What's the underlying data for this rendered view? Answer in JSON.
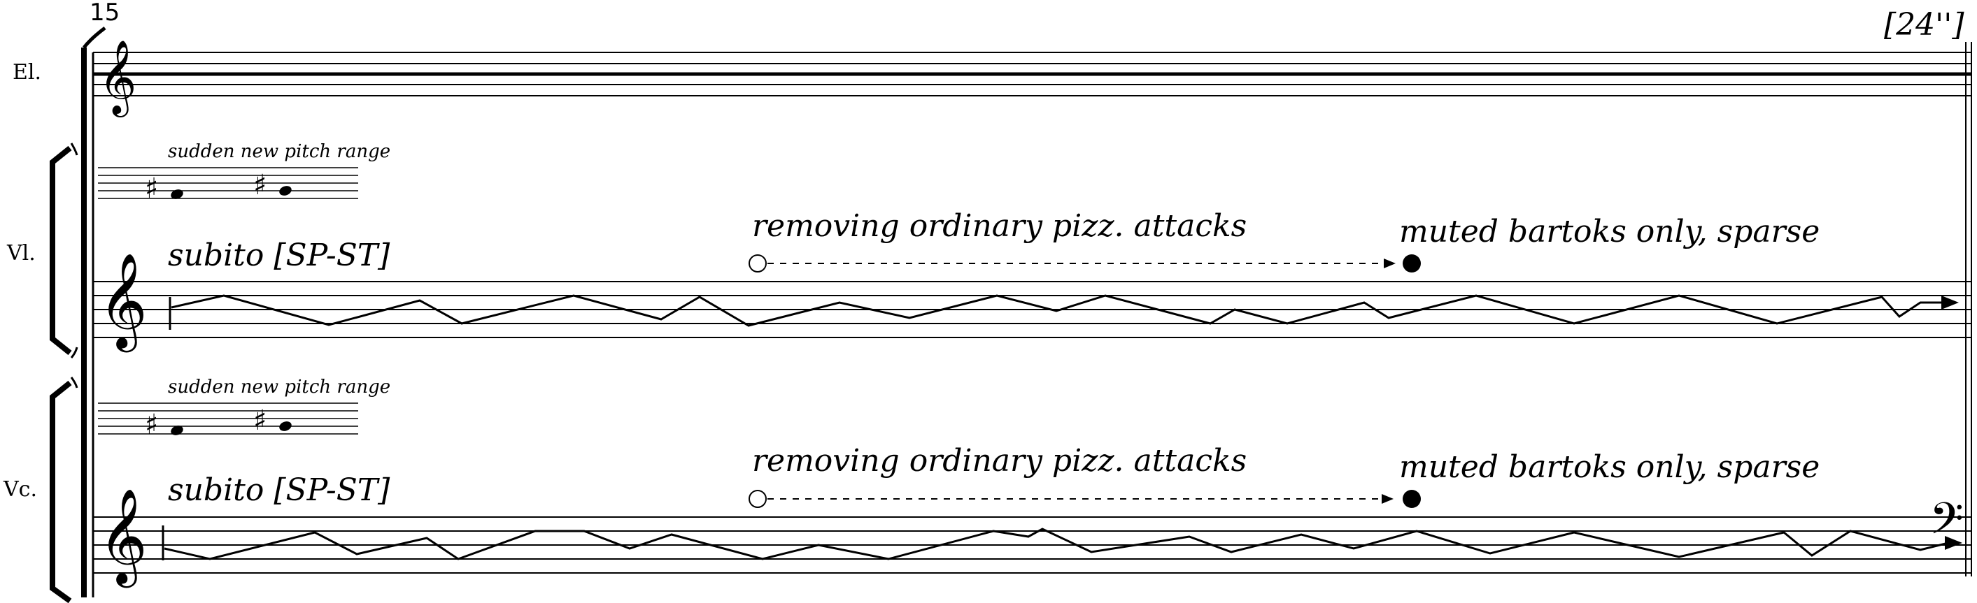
{
  "measure_number": "15",
  "timing_mark": "[24'']",
  "instruments": [
    {
      "id": "el",
      "label": "El."
    },
    {
      "id": "vl",
      "label": "Vl."
    },
    {
      "id": "vc",
      "label": "Vc."
    }
  ],
  "vl": {
    "pitch_range_note": "sudden new pitch range",
    "subito": "subito [SP-ST]",
    "removing": "removing ordinary pizz. attacks",
    "muted": "muted bartoks only, sparse"
  },
  "vc": {
    "pitch_range_note": "sudden new pitch range",
    "subito": "subito [SP-ST]",
    "removing": "removing ordinary pizz. attacks",
    "muted": "muted bartoks only, sparse"
  },
  "glyphs": {
    "treble_clef": "𝄞",
    "bass_clef": "𝄢",
    "sharp": "♯"
  },
  "icons": [
    "brace-icon",
    "bracket-icon",
    "treble-clef-icon",
    "bass-clef-icon",
    "open-circle-icon",
    "filled-circle-icon",
    "arrow-icon"
  ]
}
